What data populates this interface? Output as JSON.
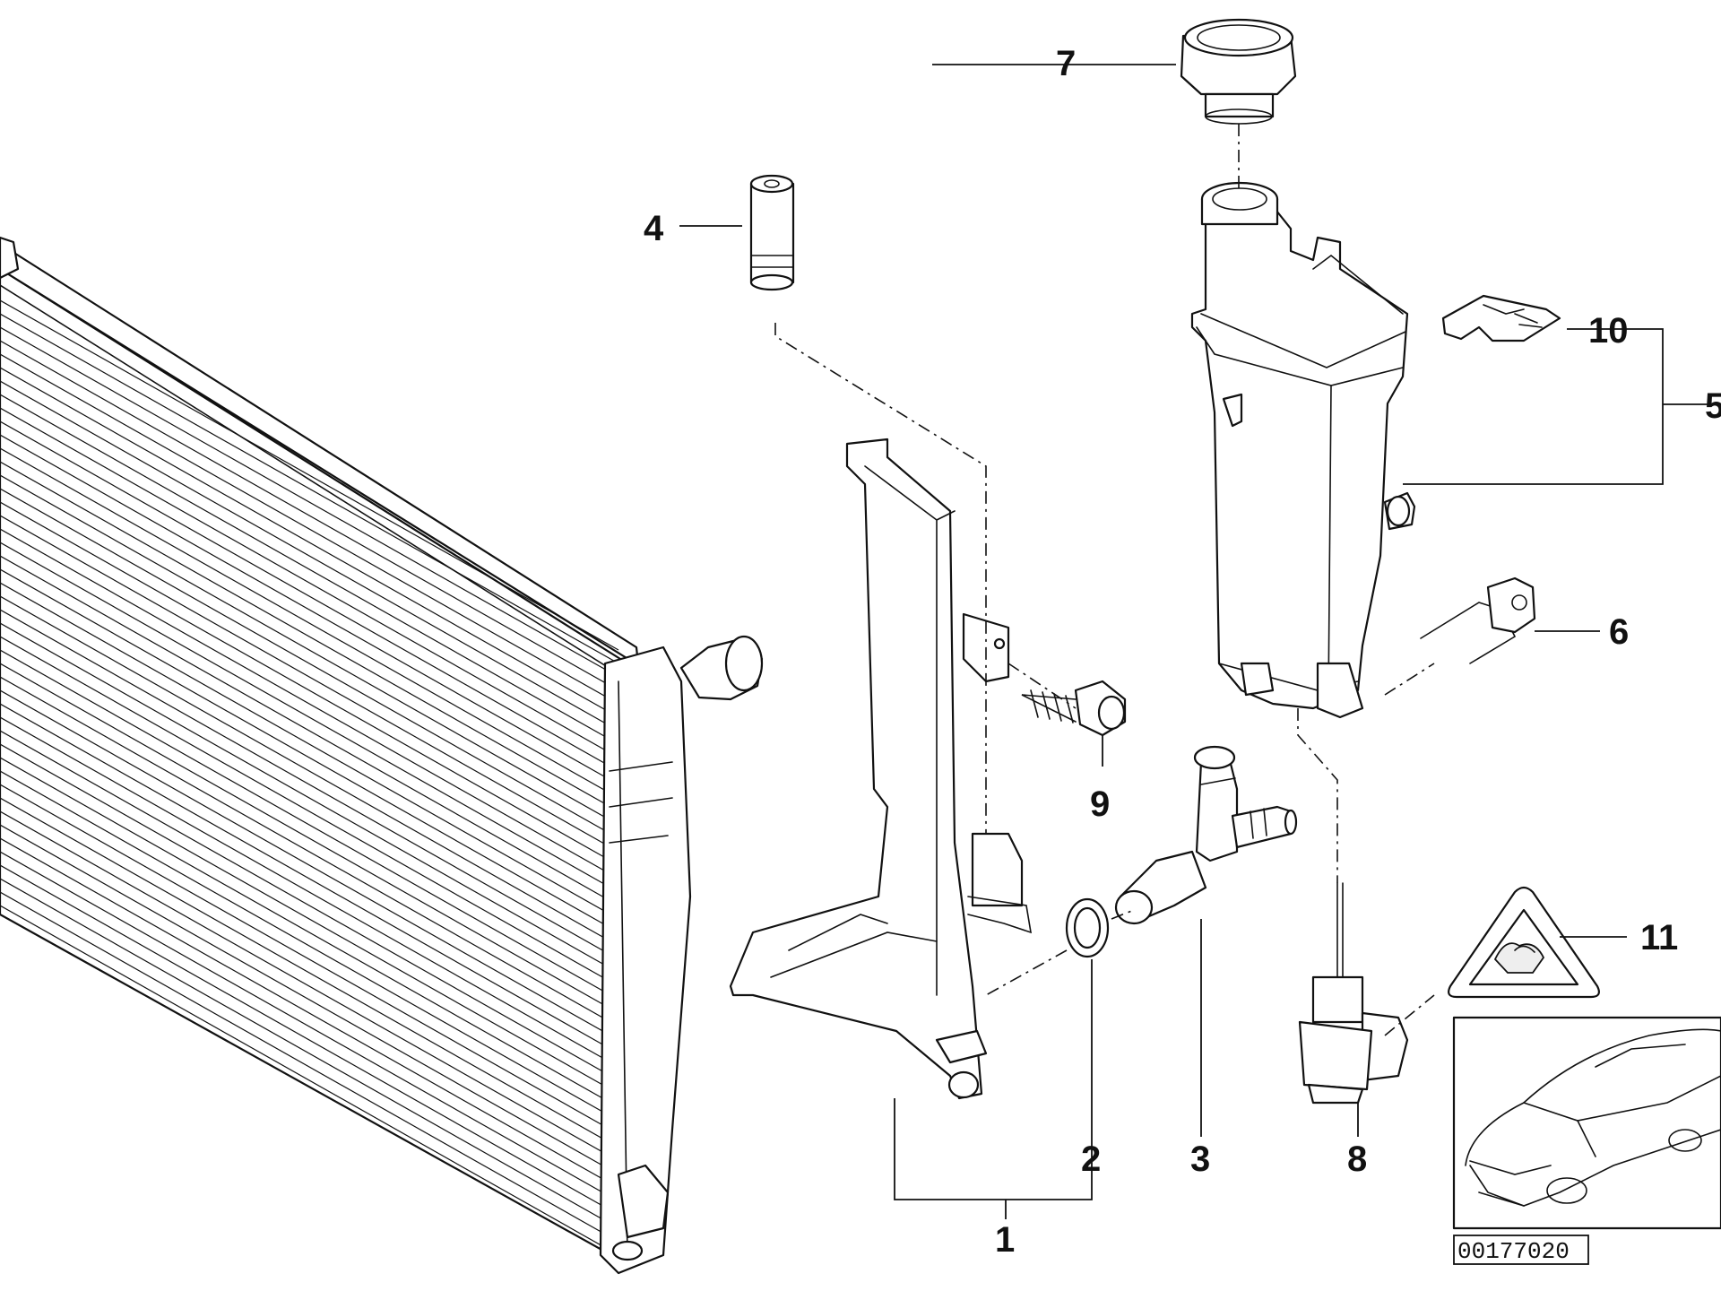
{
  "diagram": {
    "part_numbers": {
      "p1": "1",
      "p2": "2",
      "p3": "3",
      "p4": "4",
      "p5": "5",
      "p6": "6",
      "p7": "7",
      "p8": "8",
      "p9": "9",
      "p10": "10",
      "p11": "11"
    },
    "diagram_code": "00177020",
    "colors": {
      "line": "#111111",
      "background": "#ffffff",
      "fill": "#eeeeee"
    },
    "icons": [
      "radiator",
      "expansion-tank",
      "filler-cap",
      "bracket",
      "bleeder-valve",
      "level-sensor",
      "warning-label",
      "car-thumbnail"
    ]
  }
}
